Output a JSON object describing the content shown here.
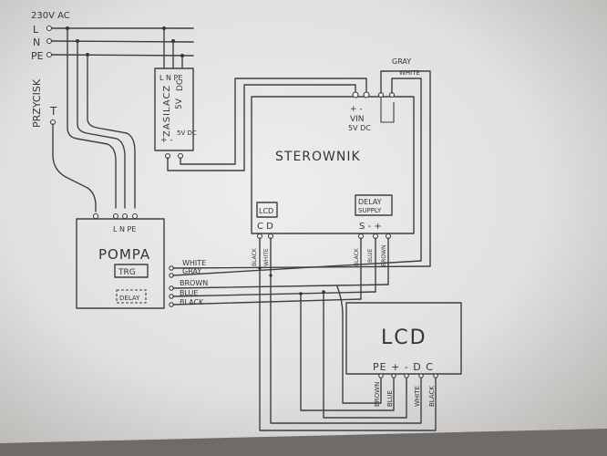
{
  "mains": {
    "title": "230V AC",
    "line_label": "L",
    "neutral_label": "N",
    "earth_label": "PE"
  },
  "switch": {
    "name": "PRZYCISK",
    "terminal": "T"
  },
  "supply": {
    "name": "ZASILACZ",
    "output": "5V",
    "dc": "DC",
    "input_terminals": "L N PE",
    "output_terminals": "+ -",
    "side_label": "5V DC"
  },
  "controller": {
    "name": "STEROWNIK",
    "vin": "VIN",
    "vin_spec": "5V DC",
    "vin_terminals": "+ -",
    "lcd_block": "LCD",
    "lcd_terminals": "C D",
    "relay_block_line1": "DELAY",
    "relay_block_line2": "SUPPLY",
    "relay_terminals": "S - +",
    "lcd_wire_colors": [
      "BLACK",
      "WHITE"
    ],
    "relay_wire_colors": [
      "BLACK",
      "BLUE",
      "BROWN"
    ],
    "top_wire_labels": [
      "GRAY",
      "WHITE"
    ]
  },
  "pump": {
    "name": "POMPA",
    "terminals": "L N PE",
    "trigger": "TRG",
    "delay": "DELAY",
    "wires": [
      "WHITE",
      "GRAY",
      "BROWN",
      "BLUE",
      "BLACK"
    ]
  },
  "display": {
    "name": "LCD",
    "terminals": "PE + - D C",
    "wire_colors": [
      "BROWN",
      "BLUE",
      "WHITE",
      "BLACK"
    ]
  }
}
